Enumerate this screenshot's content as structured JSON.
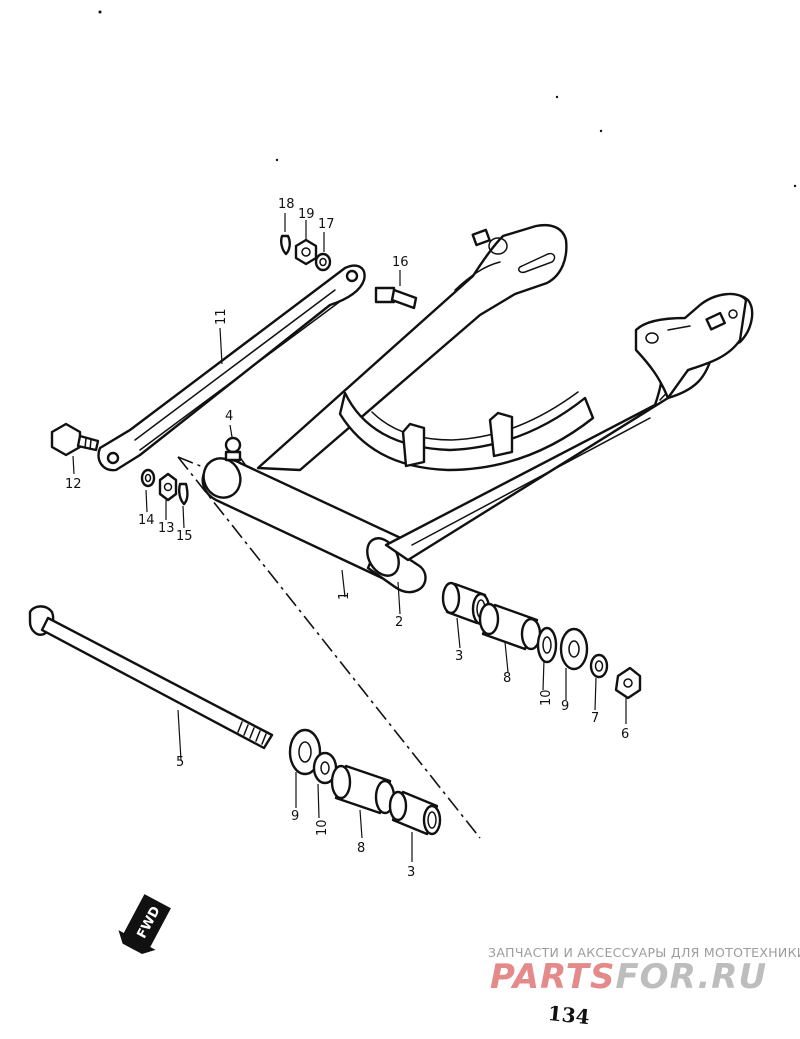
{
  "callouts": {
    "c1": "1",
    "c2": "2",
    "c3a": "3",
    "c3b": "3",
    "c4": "4",
    "c5": "5",
    "c6": "6",
    "c7": "7",
    "c8a": "8",
    "c8b": "8",
    "c9a": "9",
    "c9b": "9",
    "c10a": "10",
    "c10b": "10",
    "c11": "11",
    "c12": "12",
    "c13": "13",
    "c14": "14",
    "c15": "15",
    "c16": "16",
    "c17": "17",
    "c18": "18",
    "c19": "19"
  },
  "page_number": "134",
  "direction_mark": "FWD",
  "watermark": {
    "tagline": "ЗАПЧАСТИ И АКСЕССУАРЫ ДЛЯ МОТОТЕХНИКИ",
    "logo_left": "PARTS",
    "logo_right": "FOR.RU",
    "logo_left_color": "#e58a8a",
    "logo_right_color": "#bdbdbd"
  }
}
